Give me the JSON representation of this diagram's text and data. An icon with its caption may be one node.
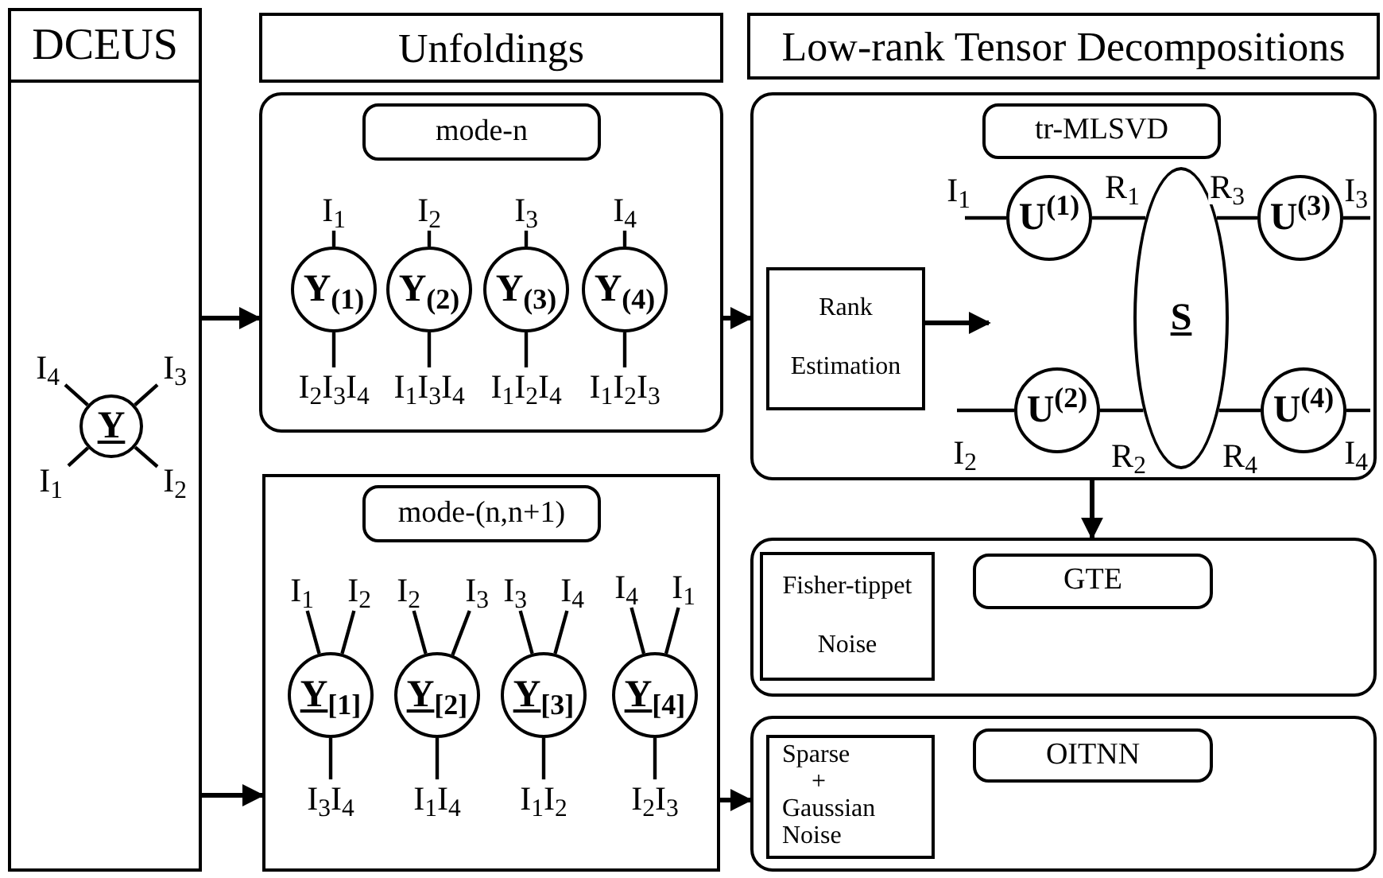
{
  "diagram": {
    "nodes": [
      {
        "text": [
          "DCEUS"
        ]
      },
      {
        "text": [
          "Y"
        ],
        "in": 0
      },
      {
        "text": [
          "I$_{4}$"
        ],
        "in": 0
      },
      {
        "text": [
          "I$_{3}$"
        ],
        "in": 0
      },
      {
        "text": [
          "I$_{1}$"
        ],
        "in": 0
      },
      {
        "text": [
          "I$_{2}$"
        ],
        "in": 0
      },
      {
        "text": [
          "Unfoldings"
        ]
      },
      {
        "text": [],
        "shape": "box"
      },
      {
        "text": [
          "mode-n"
        ],
        "in": 7
      },
      {
        "text": [
          "I$_{1}$"
        ],
        "in": 7
      },
      {
        "text": [
          "I$_{2}$"
        ],
        "in": 7
      },
      {
        "text": [
          "I$_{3}$"
        ],
        "in": 7
      },
      {
        "text": [
          "I$_{4}$"
        ],
        "in": 7
      },
      {
        "text": [
          "Y$_{(1)}$"
        ],
        "in": 7
      },
      {
        "text": [
          "Y$_{(2)}$"
        ],
        "in": 7
      },
      {
        "text": [
          "Y$_{(3)}$"
        ],
        "in": 7
      },
      {
        "text": [
          "Y$_{(4)}$"
        ],
        "in": 7
      },
      {
        "text": [
          "I$_{2}$I$_{3}$I$_{4}$"
        ],
        "in": 7
      },
      {
        "text": [
          "I$_{1}$I$_{3}$I$_{4}$"
        ],
        "in": 7
      },
      {
        "text": [
          "I$_{1}$I$_{2}$I$_{4}$"
        ],
        "in": 7
      },
      {
        "text": [
          "I$_{1}$I$_{2}$I$_{3}$"
        ],
        "in": 7
      },
      {
        "text": [],
        "shape": "box"
      },
      {
        "text": [
          "mode-(n,n+1)"
        ],
        "in": 21
      },
      {
        "text": [
          "I$_{1}$"
        ],
        "in": 21
      },
      {
        "text": [
          "I$_{2}$"
        ],
        "in": 21
      },
      {
        "text": [
          "I$_{2}$"
        ],
        "in": 21
      },
      {
        "text": [
          "I$_{3}$"
        ],
        "in": 21
      },
      {
        "text": [
          "I$_{3}$"
        ],
        "in": 21
      },
      {
        "text": [
          "I$_{4}$"
        ],
        "in": 21
      },
      {
        "text": [
          "I$_{4}$"
        ],
        "in": 21
      },
      {
        "text": [
          "I$_{1}$"
        ],
        "in": 21
      },
      {
        "text": [
          "Y$_{[1]}$"
        ],
        "in": 21
      },
      {
        "text": [
          "Y$_{[2]}$"
        ],
        "in": 21
      },
      {
        "text": [
          "Y$_{[3]}$"
        ],
        "in": 21
      },
      {
        "text": [
          "Y$_{[4]}$"
        ],
        "in": 21
      },
      {
        "text": [
          "I$_{3}$I$_{4}$"
        ],
        "in": 21
      },
      {
        "text": [
          "I$_{1}$I$_{4}$"
        ],
        "in": 21
      },
      {
        "text": [
          "I$_{1}$I$_{2}$"
        ],
        "in": 21
      },
      {
        "text": [
          "I$_{2}$I$_{3}$"
        ],
        "in": 21
      },
      {
        "text": [
          "Low-rank Tensor Decompositions"
        ]
      },
      {
        "text": [],
        "shape": "box"
      },
      {
        "text": [
          "tr-MLSVD"
        ],
        "in": 40
      },
      {
        "text": [
          "Rank Estimation"
        ],
        "in": 40
      },
      {
        "text": [
          "U$^{(1)}$"
        ],
        "in": 40
      },
      {
        "text": [
          "S"
        ],
        "in": 40
      },
      {
        "text": [
          "U$^{(3)}$"
        ],
        "in": 40
      },
      {
        "text": [
          "U$^{(2)}$"
        ],
        "in": 40
      },
      {
        "text": [
          "U$^{(4)}$"
        ],
        "in": 40
      },
      {
        "text": [],
        "shape": "box"
      },
      {
        "text": [
          "Fisher-tippet Noise"
        ],
        "in": 48
      },
      {
        "text": [
          "GTE"
        ],
        "in": 48
      },
      {
        "text": [],
        "shape": "box"
      },
      {
        "text": [
          "Sparse",
          "+",
          "Gaussian Noise"
        ],
        "in": 51
      },
      {
        "text": [
          "OITNN"
        ],
        "in": 51
      }
    ],
    "edges": [
      {
        "from": 0,
        "to": 7,
        "arrow": "to"
      },
      {
        "from": 0,
        "to": 21,
        "arrow": "to"
      },
      {
        "from": 7,
        "to": 40,
        "arrow": "to"
      },
      {
        "from": 21,
        "to": 51,
        "arrow": "to"
      },
      {
        "from": 42,
        "to": null,
        "arrow": "to"
      },
      {
        "from": 40,
        "to": 48,
        "arrow": "to"
      },
      {
        "from": 1,
        "to": 2,
        "arrow": "none"
      },
      {
        "from": 1,
        "to": 3,
        "arrow": "none"
      },
      {
        "from": 1,
        "to": 4,
        "arrow": "none"
      },
      {
        "from": 1,
        "to": 5,
        "arrow": "none"
      },
      {
        "from": 13,
        "to": 9,
        "arrow": "none"
      },
      {
        "from": 14,
        "to": 10,
        "arrow": "none"
      },
      {
        "from": 15,
        "to": 11,
        "arrow": "none"
      },
      {
        "from": 16,
        "to": 12,
        "arrow": "none"
      },
      {
        "from": 13,
        "to": 17,
        "arrow": "none"
      },
      {
        "from": 14,
        "to": 18,
        "arrow": "none"
      },
      {
        "from": 15,
        "to": 19,
        "arrow": "none"
      },
      {
        "from": 16,
        "to": 20,
        "arrow": "none"
      },
      {
        "from": 31,
        "to": 23,
        "arrow": "none"
      },
      {
        "from": 31,
        "to": 24,
        "arrow": "none"
      },
      {
        "from": 32,
        "to": 25,
        "arrow": "none"
      },
      {
        "from": 32,
        "to": 26,
        "arrow": "none"
      },
      {
        "from": 33,
        "to": 27,
        "arrow": "none"
      },
      {
        "from": 33,
        "to": 28,
        "arrow": "none"
      },
      {
        "from": 34,
        "to": 29,
        "arrow": "none"
      },
      {
        "from": 34,
        "to": 30,
        "arrow": "none"
      },
      {
        "from": 31,
        "to": 35,
        "arrow": "none"
      },
      {
        "from": 32,
        "to": 36,
        "arrow": "none"
      },
      {
        "from": 33,
        "to": 37,
        "arrow": "none"
      },
      {
        "from": 34,
        "to": 38,
        "arrow": "none"
      },
      {
        "from": 43,
        "to": null,
        "arrow": "none",
        "label": "I$_{1}$"
      },
      {
        "from": 43,
        "to": 44,
        "arrow": "none",
        "label": "R$_{1}$"
      },
      {
        "from": 44,
        "to": 45,
        "arrow": "none",
        "label": "R$_{3}$"
      },
      {
        "from": 45,
        "to": null,
        "arrow": "none",
        "label": "I$_{3}$"
      },
      {
        "from": 46,
        "to": null,
        "arrow": "none",
        "label": "I$_{2}$"
      },
      {
        "from": 46,
        "to": 44,
        "arrow": "none",
        "label": "R$_{2}$"
      },
      {
        "from": 44,
        "to": 47,
        "arrow": "none",
        "label": "R$_{4}$"
      },
      {
        "from": 47,
        "to": null,
        "arrow": "none",
        "label": "I$_{4}$"
      }
    ]
  }
}
